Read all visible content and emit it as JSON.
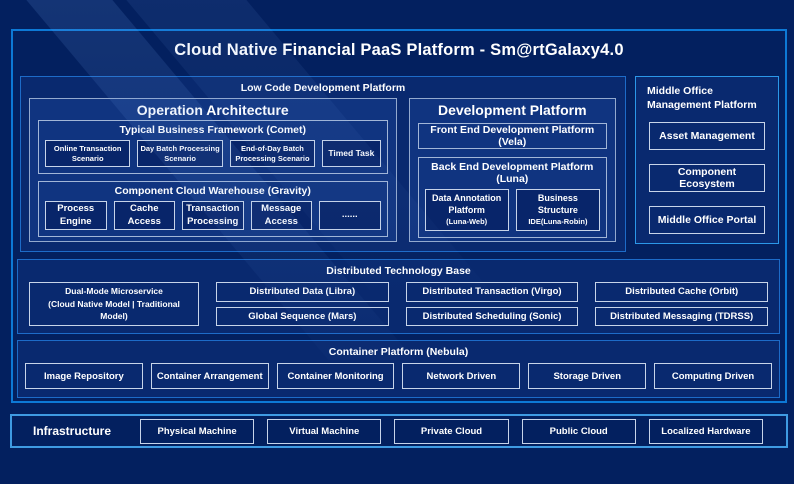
{
  "title": "Cloud Native Financial PaaS Platform - Sm@rtGalaxy4.0",
  "low_code": {
    "label": "Low Code Development Platform",
    "operation": {
      "title": "Operation Architecture",
      "business_framework": {
        "label": "Typical Business Framework (Comet)",
        "items": [
          "Online Transaction Scenario",
          "Day Batch Processing Scenario",
          "End-of-Day Batch Processing Scenario",
          "Timed Task"
        ]
      },
      "component_warehouse": {
        "label": "Component Cloud Warehouse (Gravity)",
        "items": [
          "Process Engine",
          "Cache Access",
          "Transaction Processing",
          "Message Access",
          "......"
        ]
      }
    },
    "development": {
      "title": "Development Platform",
      "front_end": "Front End Development Platform (Vela)",
      "back_end": {
        "label": "Back End Development Platform (Luna)",
        "items": [
          {
            "line1": "Data Annotation Platform",
            "line2": "(Luna-Web)"
          },
          {
            "line1": "Business Structure",
            "line2": "IDE(Luna-Robin)"
          }
        ]
      }
    }
  },
  "middle_office": {
    "label": "Middle Office Management Platform",
    "items": [
      "Asset Management",
      "Component Ecosystem",
      "Middle Office Portal"
    ]
  },
  "distributed": {
    "label": "Distributed Technology Base",
    "dual_mode_lines": [
      "Dual-Mode Microservice",
      "(Cloud Native Model | Traditional",
      "Model)"
    ],
    "grid": [
      [
        "Distributed Data (Libra)",
        "Global Sequence (Mars)"
      ],
      [
        "Distributed Transaction (Virgo)",
        "Distributed Scheduling (Sonic)"
      ],
      [
        "Distributed Cache (Orbit)",
        "Distributed Messaging (TDRSS)"
      ]
    ]
  },
  "container_platform": {
    "label": "Container Platform (Nebula)",
    "items": [
      "Image Repository",
      "Container Arrangement",
      "Container Monitoring",
      "Network Driven",
      "Storage Driven",
      "Computing Driven"
    ]
  },
  "infrastructure": {
    "label": "Infrastructure",
    "items": [
      "Physical Machine",
      "Virtual Machine",
      "Private Cloud",
      "Public Cloud",
      "Localized Hardware"
    ]
  },
  "colors": {
    "bg": "#03205f",
    "frame-border": "#0d79d6",
    "section-border": "#1d6bc8",
    "mo-border": "#2b97e8",
    "infra-border": "#3f9be2",
    "pale-border": "#c7d4e9",
    "section-bg": "#09296f",
    "panel-bg": "#103480",
    "leaf-dark-bg": "#08256a",
    "text": "#ffffff"
  }
}
